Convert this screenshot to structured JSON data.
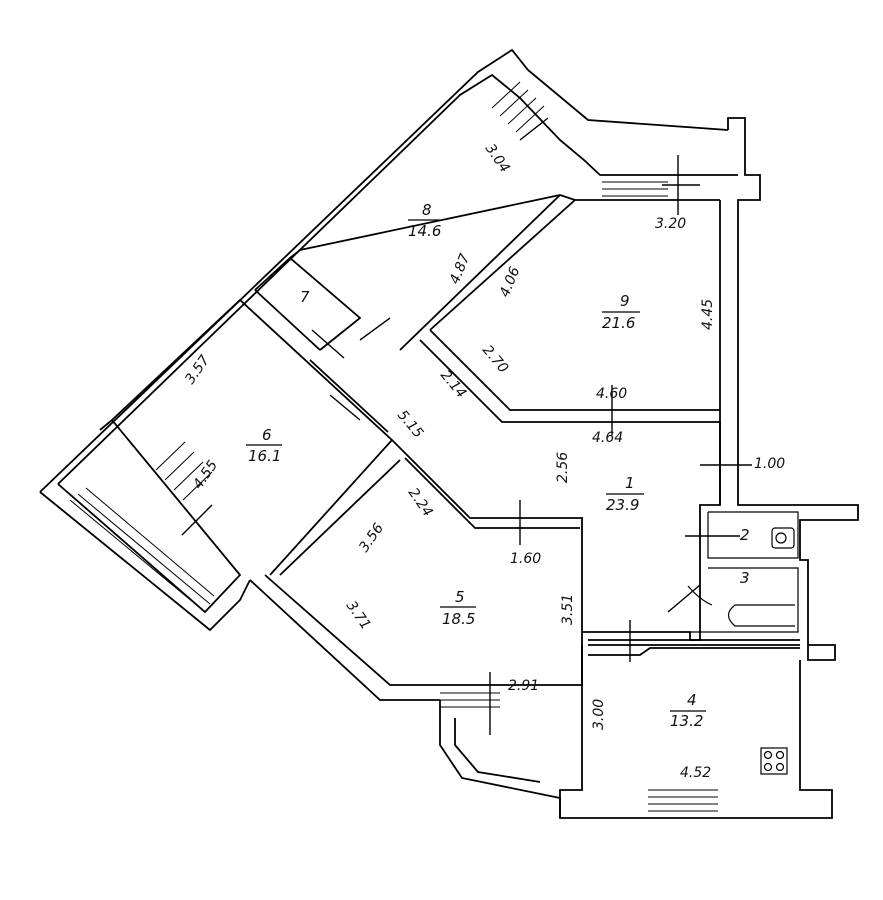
{
  "rooms": [
    {
      "number": "1",
      "area": "23.9"
    },
    {
      "number": "2",
      "area": ""
    },
    {
      "number": "3",
      "area": ""
    },
    {
      "number": "4",
      "area": "13.2"
    },
    {
      "number": "5",
      "area": "18.5"
    },
    {
      "number": "6",
      "area": "16.1"
    },
    {
      "number": "7",
      "area": ""
    },
    {
      "number": "8",
      "area": "14.6"
    },
    {
      "number": "9",
      "area": "21.6"
    }
  ],
  "dimensions": [
    "3.04",
    "3.20",
    "4.87",
    "4.06",
    "4.45",
    "2.70",
    "4.60",
    "3.57",
    "2.14",
    "5.15",
    "4.64",
    "4.55",
    "2.56",
    "1.00",
    "2.24",
    "3.56",
    "1.60",
    "3.51",
    "3.71",
    "2.91",
    "3.00",
    "4.52"
  ],
  "symbols": [
    "toilet-icon",
    "bathtub-icon",
    "stove-icon",
    "door-swing-icon",
    "window-icon"
  ]
}
